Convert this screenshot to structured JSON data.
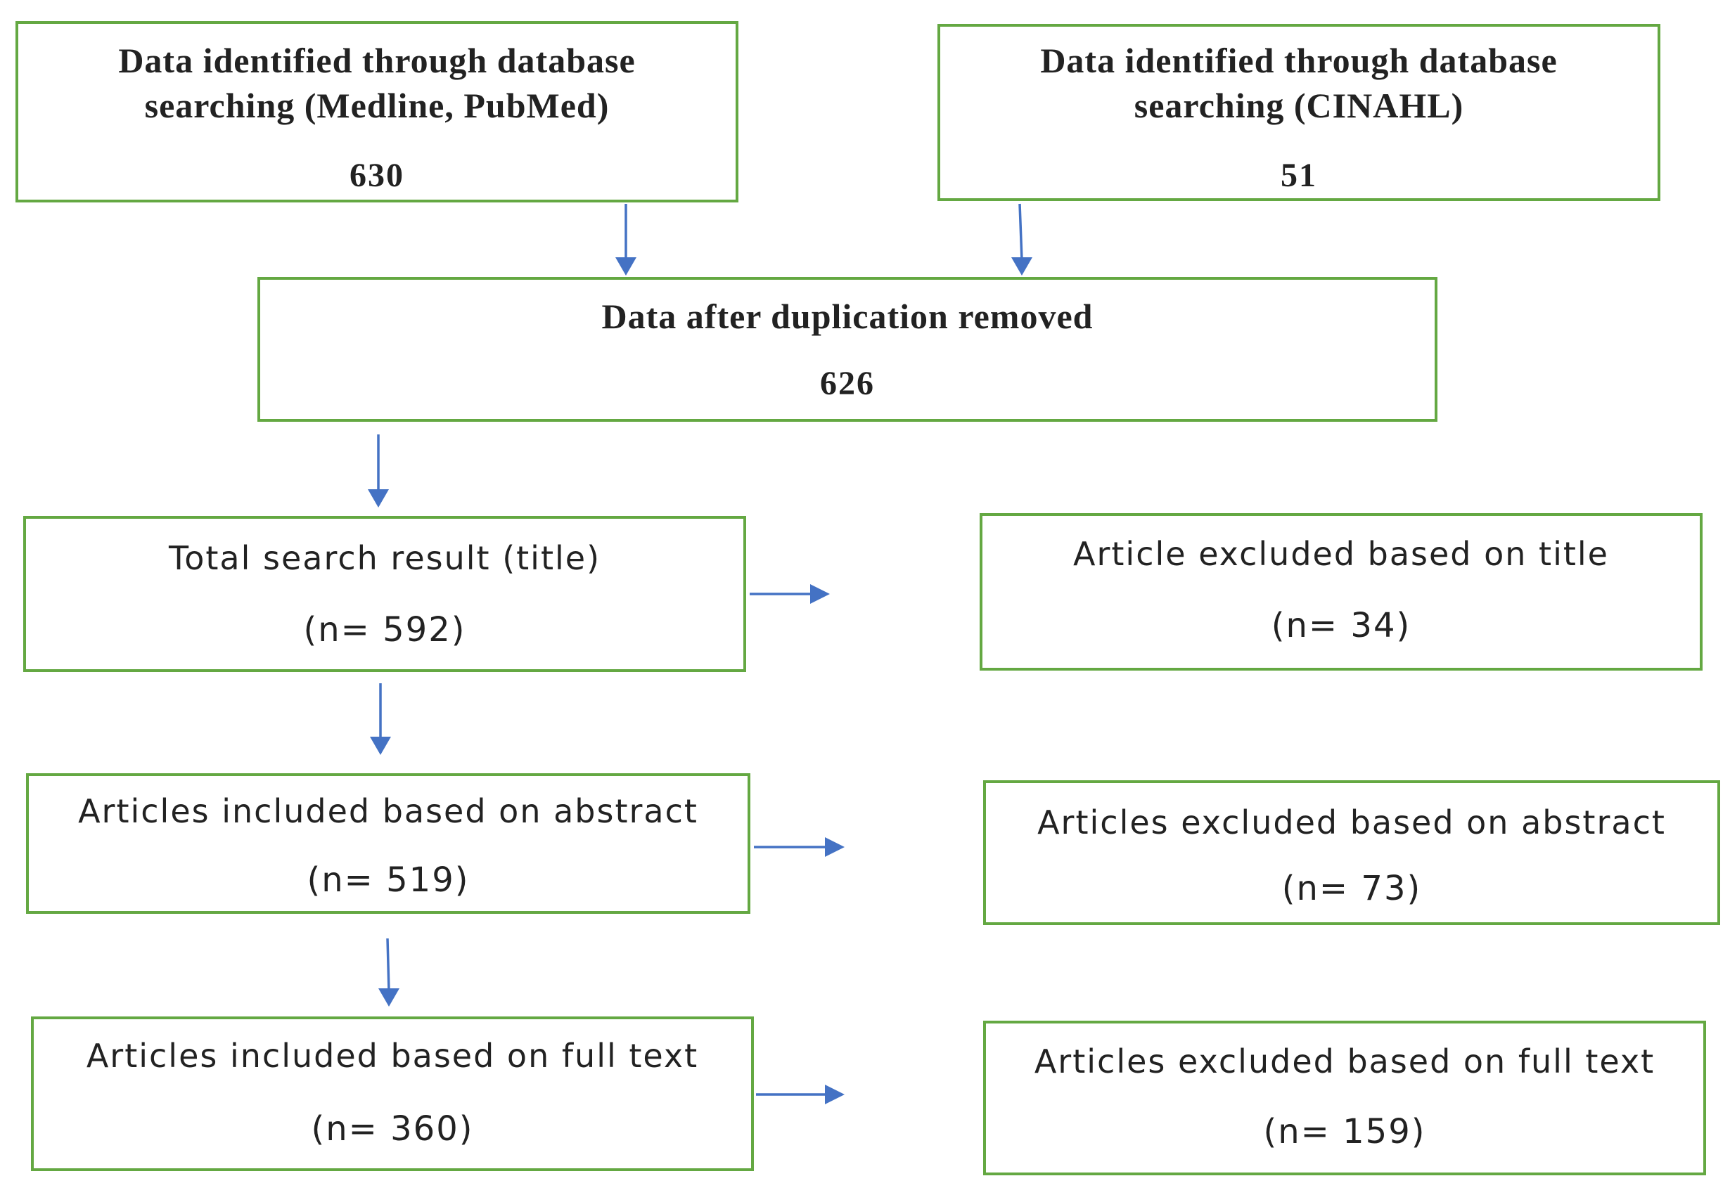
{
  "flowchart": {
    "medline": {
      "label": "Data identified through database\nsearching (Medline, PubMed)",
      "value": "630"
    },
    "cinahl": {
      "label": "Data identified through database\nsearching (CINAHL)",
      "value": "51"
    },
    "dedup": {
      "label": "Data after duplication removed",
      "value": "626"
    },
    "title_screen": {
      "label": "Total search result (title)",
      "value": "(n= 592)"
    },
    "title_excluded": {
      "label": "Article excluded based on title",
      "value": "(n= 34)"
    },
    "abstract_included": {
      "label": "Articles included based on abstract",
      "value": "(n= 519)"
    },
    "abstract_excluded": {
      "label": "Articles excluded based on abstract",
      "value": "(n= 73)"
    },
    "fulltext_included": {
      "label": "Articles included based on full text",
      "value": "(n= 360)"
    },
    "fulltext_excluded": {
      "label": "Articles excluded based on full text",
      "value": "(n= 159)"
    }
  },
  "colors": {
    "box_border": "#64a842",
    "arrow": "#4472c4",
    "text": "#222222"
  }
}
